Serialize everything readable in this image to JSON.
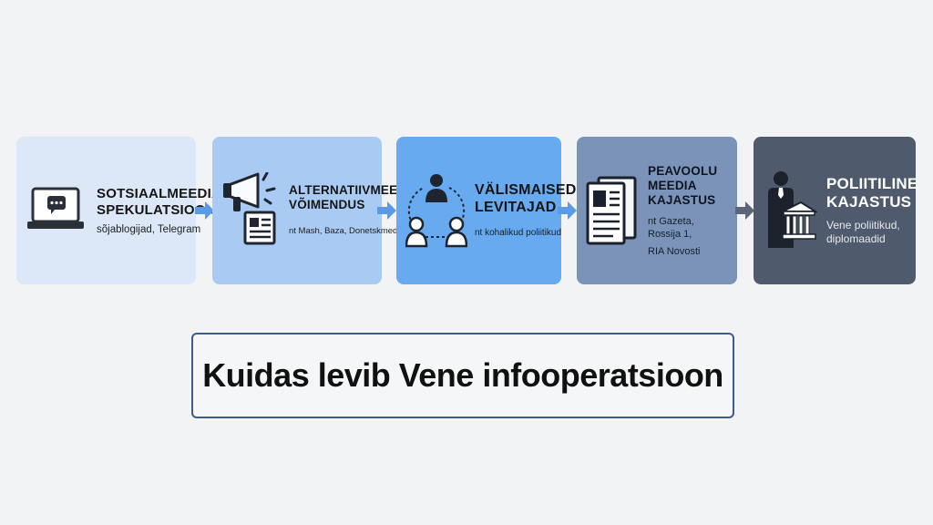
{
  "steps": [
    {
      "title_lines": [
        "Sotsiaalmeedia",
        "spekulatsioon"
      ],
      "sub_lines": [
        "sõjablogijad, Telegram"
      ],
      "icon": "laptop-chat-icon",
      "color": "#dce8f8"
    },
    {
      "title_lines": [
        "Alternatiivmeedia",
        "võimendus"
      ],
      "sub_lines": [
        "nt Mash, Baza, Donetskmedia"
      ],
      "icon": "megaphone-newspaper-icon",
      "color": "#a9cbf3"
    },
    {
      "title_lines": [
        "Välismaised",
        "levitajad"
      ],
      "sub_lines": [
        "nt kohalikud poliitikud"
      ],
      "icon": "people-network-icon",
      "color": "#67aaf0"
    },
    {
      "title_lines": [
        "Peavoolu meedia",
        "kajastus"
      ],
      "sub_lines": [
        "nt Gazeta, Rossija 1,",
        "RIA Novosti"
      ],
      "icon": "newspaper-icon",
      "color": "#7b93b8"
    },
    {
      "title_lines": [
        "Poliitiline",
        "kajastus"
      ],
      "sub_lines": [
        "Vene poliitikud,",
        "diplomaadid"
      ],
      "icon": "politician-building-icon",
      "color": "#4f5b6d"
    }
  ],
  "caption": "Kuidas levib Vene infooperatsioon",
  "colors": {
    "arrow": "#5a9ae6",
    "arrow_dark": "#5a6577",
    "caption_border": "#3d5c86"
  }
}
